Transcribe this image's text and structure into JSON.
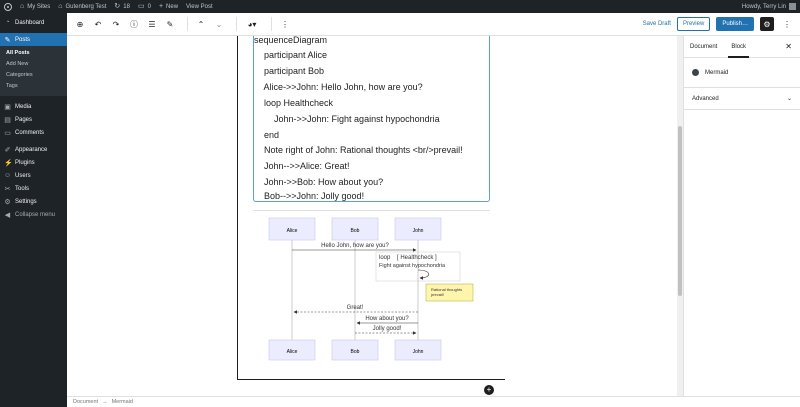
{
  "adminbar": {
    "my_sites": "My Sites",
    "site_name": "Gutenberg Test",
    "updates": "18",
    "comments": "0",
    "new": "New",
    "view_post": "View Post",
    "howdy": "Howdy, Terry Lin"
  },
  "sidebar": {
    "dashboard": "Dashboard",
    "posts": "Posts",
    "posts_sub": [
      "All Posts",
      "Add New",
      "Categories",
      "Tags"
    ],
    "items": [
      "Media",
      "Pages",
      "Comments"
    ],
    "items2": [
      "Appearance",
      "Plugins",
      "Users",
      "Tools",
      "Settings"
    ],
    "collapse": "Collapse menu"
  },
  "toolbar": {
    "save_draft": "Save Draft",
    "preview": "Preview",
    "publish": "Publish…"
  },
  "code": {
    "lines": [
      "sequenceDiagram",
      "    participant Alice",
      "    participant Bob",
      "    Alice->>John: Hello John, how are you?",
      "    loop Healthcheck",
      "        John->>John: Fight against hypochondria",
      "    end",
      "    Note right of John: Rational thoughts <br/>prevail!",
      "    John-->>Alice: Great!",
      "    John->>Bob: How about you?",
      "    Bob-->>John: Jolly good!"
    ]
  },
  "diagram": {
    "actors": [
      "Alice",
      "Bob",
      "John"
    ],
    "msg1": "Hello John, how are you?",
    "loop_label": "loop",
    "loop_title": "[ Healthcheck ]",
    "loop_msg": "Fight against hypochondria",
    "note_line1": "Rational thoughts",
    "note_line2": "prevail!",
    "msg_great": "Great!",
    "msg_how": "How about you?",
    "msg_jolly": "Jolly good!"
  },
  "panel": {
    "tab_document": "Document",
    "tab_block": "Block",
    "block_name": "Mermaid",
    "advanced": "Advanced"
  },
  "footer": {
    "crumb1": "Document",
    "arrow": "→",
    "crumb2": "Mermaid"
  }
}
